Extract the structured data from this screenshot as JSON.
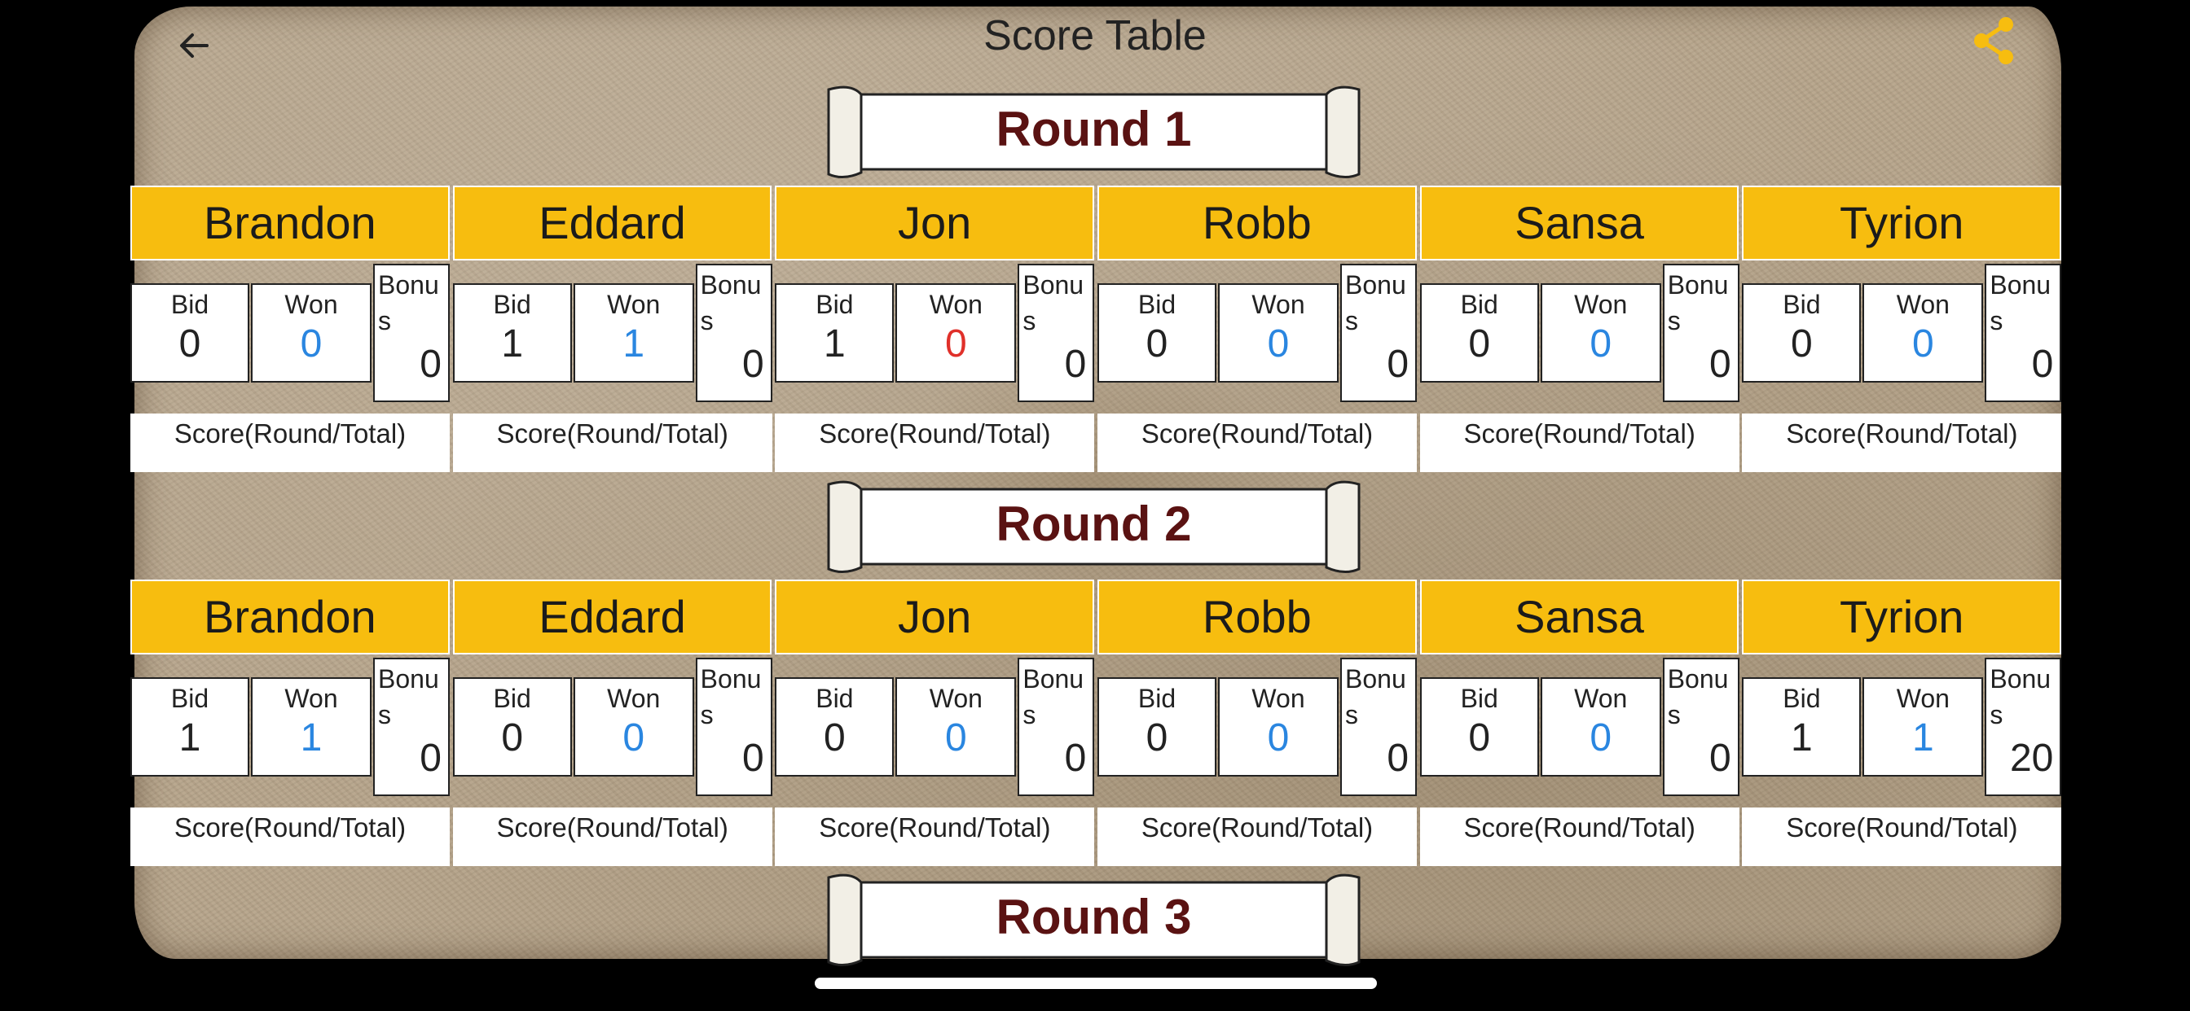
{
  "header": {
    "title": "Score Table",
    "back_icon": "arrow-left-icon",
    "share_icon": "share-icon",
    "share_color": "#f7bd0f"
  },
  "labels": {
    "bid": "Bid",
    "won": "Won",
    "bonus": "Bonus",
    "score": "Score(Round/Total)"
  },
  "rounds": [
    {
      "title": "Round 1",
      "players": [
        {
          "name": "Brandon",
          "bid": "0",
          "won": "0",
          "won_color": "blue",
          "bonus": "0"
        },
        {
          "name": "Eddard",
          "bid": "1",
          "won": "1",
          "won_color": "blue",
          "bonus": "0"
        },
        {
          "name": "Jon",
          "bid": "1",
          "won": "0",
          "won_color": "red",
          "bonus": "0"
        },
        {
          "name": "Robb",
          "bid": "0",
          "won": "0",
          "won_color": "blue",
          "bonus": "0"
        },
        {
          "name": "Sansa",
          "bid": "0",
          "won": "0",
          "won_color": "blue",
          "bonus": "0"
        },
        {
          "name": "Tyrion",
          "bid": "0",
          "won": "0",
          "won_color": "blue",
          "bonus": "0"
        }
      ]
    },
    {
      "title": "Round 2",
      "players": [
        {
          "name": "Brandon",
          "bid": "1",
          "won": "1",
          "won_color": "blue",
          "bonus": "0"
        },
        {
          "name": "Eddard",
          "bid": "0",
          "won": "0",
          "won_color": "blue",
          "bonus": "0"
        },
        {
          "name": "Jon",
          "bid": "0",
          "won": "0",
          "won_color": "blue",
          "bonus": "0"
        },
        {
          "name": "Robb",
          "bid": "0",
          "won": "0",
          "won_color": "blue",
          "bonus": "0"
        },
        {
          "name": "Sansa",
          "bid": "0",
          "won": "0",
          "won_color": "blue",
          "bonus": "0"
        },
        {
          "name": "Tyrion",
          "bid": "1",
          "won": "1",
          "won_color": "blue",
          "bonus": "20"
        }
      ]
    },
    {
      "title": "Round 3"
    }
  ],
  "colors": {
    "header_yellow": "#f7bd0f",
    "banner_text": "#5a1212",
    "won_blue": "#2a86e0",
    "won_red": "#e0302a"
  }
}
